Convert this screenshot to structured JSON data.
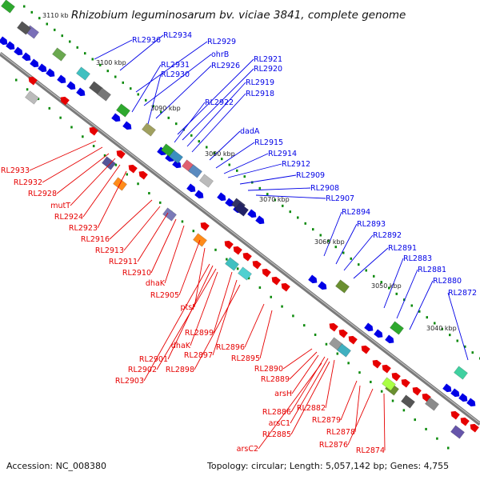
{
  "title": "Rhizobium leguminosarum bv. viciae 3841, complete genome",
  "title_tick": "3110 kb",
  "footer": {
    "accession": "Accession: NC_008380",
    "stats": "Topology: circular; Length: 5,057,142 bp; Genes: 4,755"
  },
  "colors": {
    "forward_strand": "#0000e6",
    "reverse_strand": "#e60000",
    "backbone": "#888888",
    "gc_dots": "#0a8a0a"
  },
  "ticks": [
    "3100 kbp",
    "3090 kbp",
    "3080 kbp",
    "3070 kbp",
    "3060 kbp",
    "3050 kbp",
    "3040 kbp"
  ],
  "forward_labels": [
    "RL2936",
    "RL2934",
    "RL2929",
    "ohrB",
    "RL2931",
    "RL2926",
    "RL2930",
    "RL2921",
    "RL2920",
    "RL2919",
    "RL2918",
    "RL2922",
    "dadA",
    "RL2915",
    "RL2914",
    "RL2912",
    "RL2909",
    "RL2908",
    "RL2907",
    "RL2894",
    "RL2893",
    "RL2892",
    "RL2891",
    "RL2883",
    "RL2881",
    "RL2880",
    "RL2872"
  ],
  "reverse_labels": [
    "RL2933",
    "RL2932",
    "RL2928",
    "mutT",
    "RL2924",
    "RL2923",
    "RL2916",
    "RL2913",
    "RL2911",
    "RL2910",
    "dhaK",
    "RL2905",
    "ptsI",
    "RL2899",
    "dhaK",
    "RL2897",
    "RL2901",
    "RL2902",
    "RL2898",
    "RL2903",
    "RL2896",
    "RL2895",
    "RL2890",
    "RL2889",
    "arsH",
    "RL2882",
    "RL2886",
    "arsC1",
    "RL2885",
    "RL2879",
    "RL2878",
    "RL2876",
    "arsC2",
    "RL2874"
  ]
}
